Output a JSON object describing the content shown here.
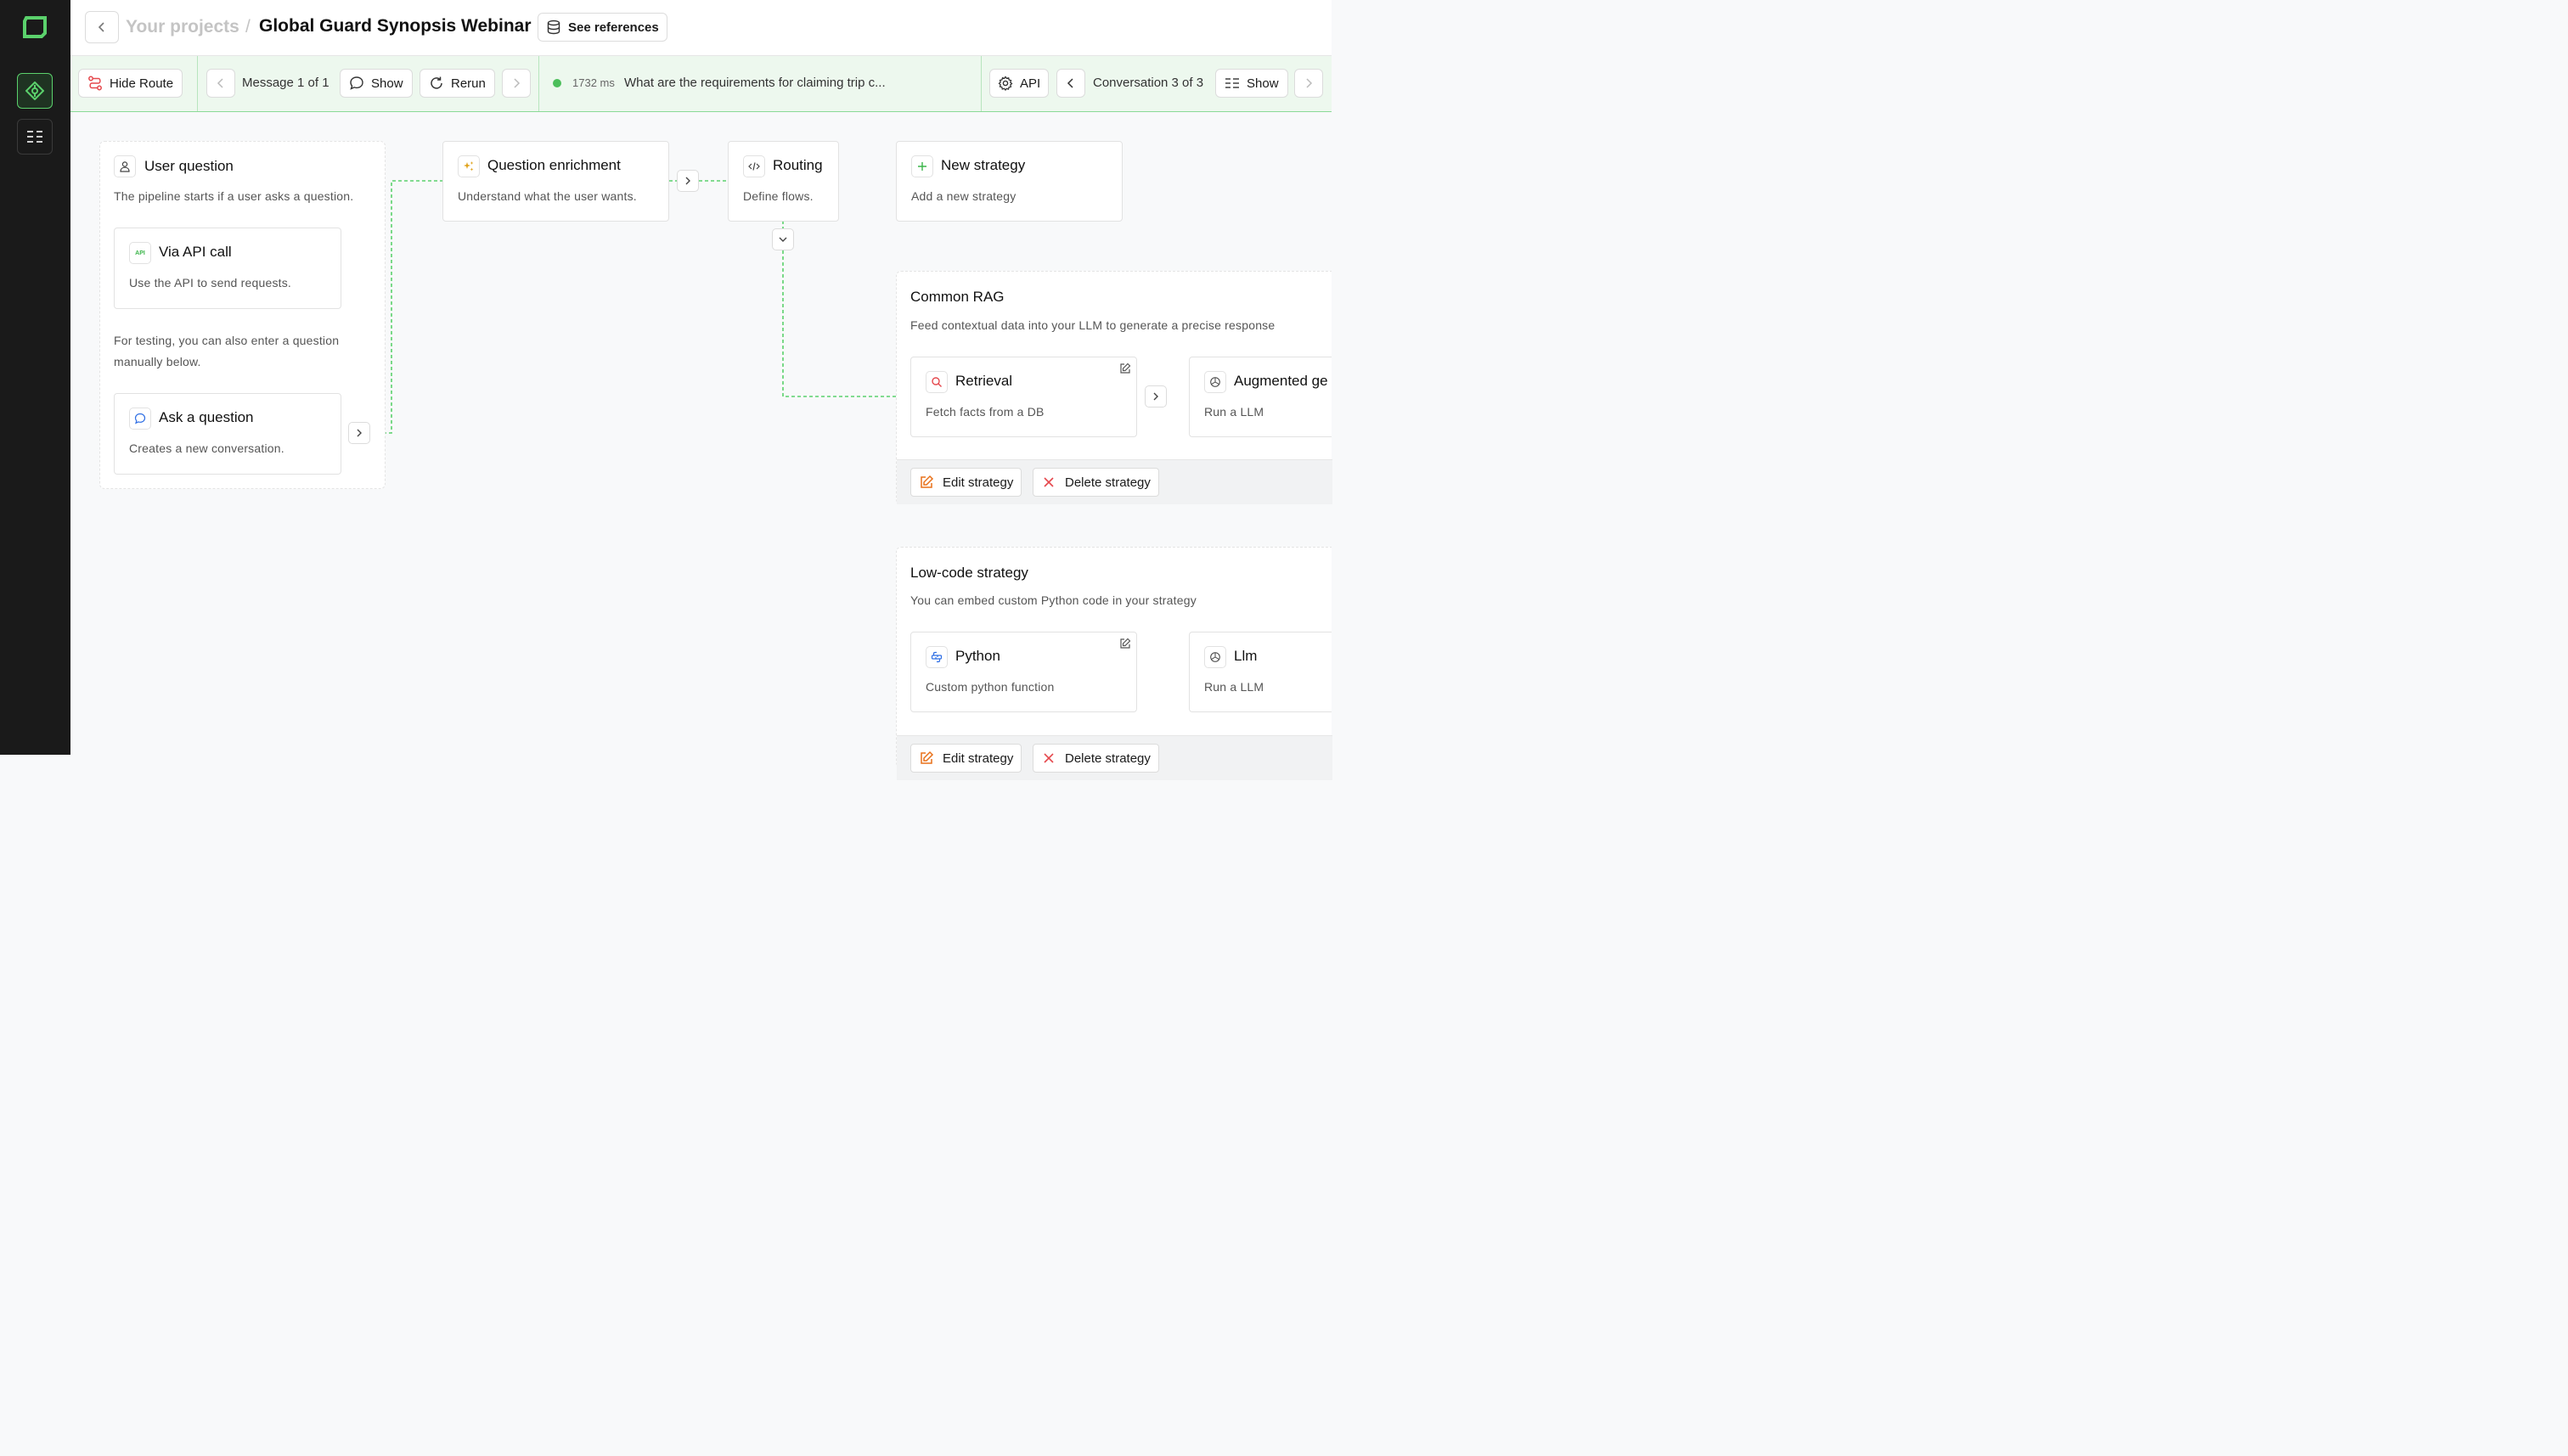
{
  "header": {
    "breadcrumb_parent": "Your projects",
    "separator": "/",
    "project_title": "Global Guard Synopsis Webinar",
    "see_references": "See references"
  },
  "toolbar": {
    "hide_route": "Hide Route",
    "message_counter": "Message 1 of 1",
    "show_message": "Show",
    "rerun": "Rerun",
    "latency": "1732 ms",
    "question_preview": "What are the requirements for claiming trip c...",
    "api": "API",
    "conversation_counter": "Conversation 3 of 3",
    "show_conversation": "Show",
    "status_color": "#4cbf5b"
  },
  "user_question": {
    "title": "User question",
    "description": "The pipeline starts if a user asks a question.",
    "api_card": {
      "icon_text": "API",
      "title": "Via API call",
      "description": "Use the API to send requests."
    },
    "testing_note_1": "For testing, you can also enter a question",
    "testing_note_2": "manually below.",
    "ask_card": {
      "title": "Ask a question",
      "description": "Creates a new conversation."
    }
  },
  "enrichment": {
    "title": "Question enrichment",
    "description": "Understand what the user wants."
  },
  "routing": {
    "title": "Routing",
    "description": "Define flows."
  },
  "new_strategy": {
    "title": "New strategy",
    "description": "Add a new strategy"
  },
  "common_rag": {
    "title": "Common RAG",
    "description": "Feed contextual data into your LLM to generate a precise response",
    "retrieval": {
      "title": "Retrieval",
      "description": "Fetch facts from a DB"
    },
    "augmented": {
      "title": "Augmented ge",
      "description": "Run a LLM"
    },
    "edit_strategy": "Edit strategy",
    "delete_strategy": "Delete strategy"
  },
  "low_code": {
    "title": "Low-code strategy",
    "description": "You can embed custom Python code in your strategy",
    "python": {
      "title": "Python",
      "description": "Custom python function"
    },
    "llm": {
      "title": "Llm",
      "description": "Run a LLM"
    },
    "edit_strategy": "Edit strategy",
    "delete_strategy": "Delete strategy"
  },
  "colors": {
    "accent_green": "#5bd16c",
    "connector_green": "#5bd16c",
    "delete_red": "#e5484d",
    "edit_orange": "#e8711a"
  }
}
